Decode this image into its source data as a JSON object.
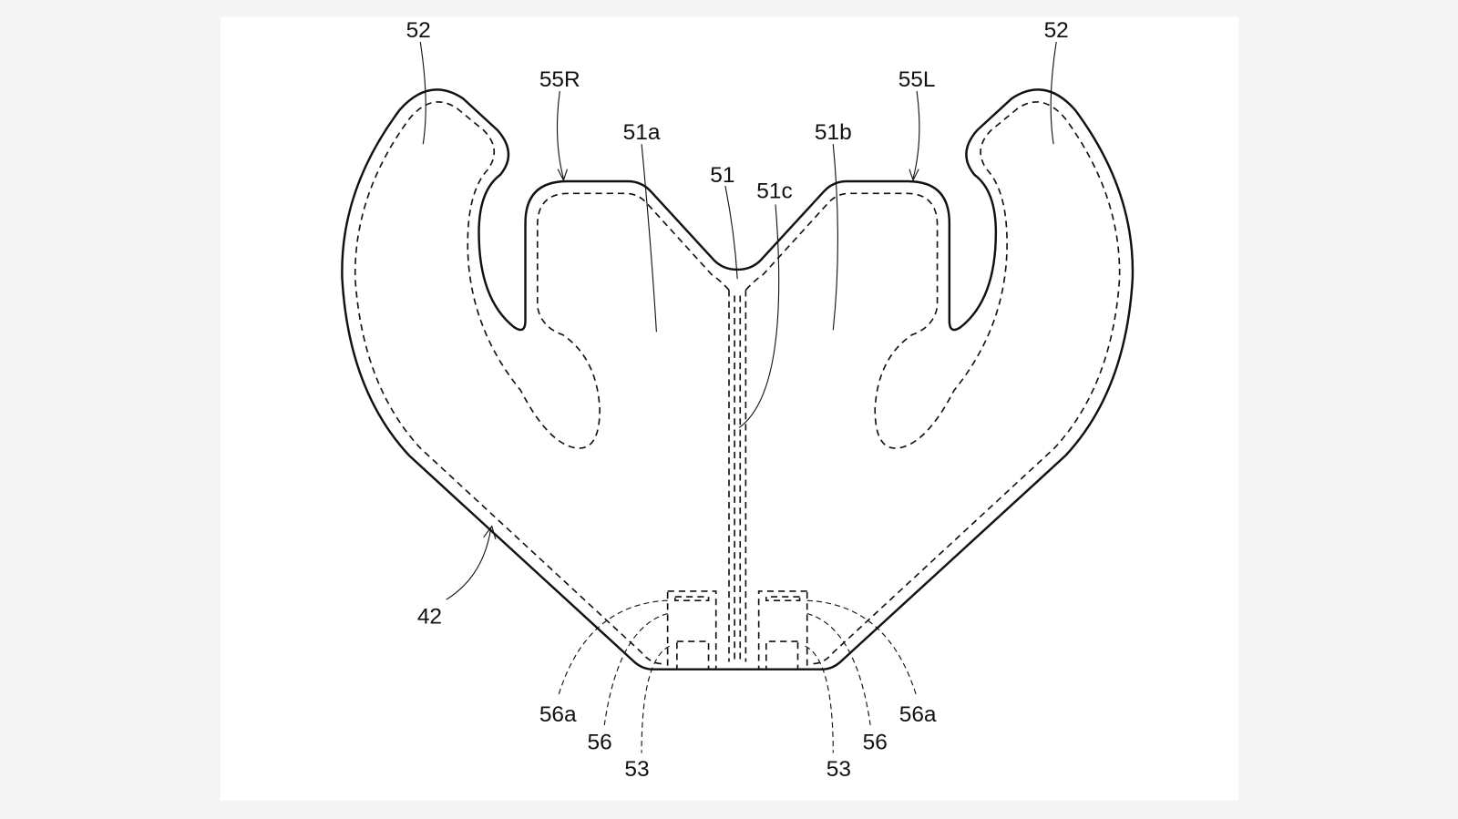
{
  "figure": {
    "labels": {
      "l52_left": "52",
      "l52_right": "52",
      "l55R": "55R",
      "l55L": "55L",
      "l51a": "51a",
      "l51b": "51b",
      "l51": "51",
      "l51c": "51c",
      "l42": "42",
      "l56a_left": "56a",
      "l56_left": "56",
      "l53_left": "53",
      "l53_right": "53",
      "l56_right": "56",
      "l56a_right": "56a"
    }
  }
}
